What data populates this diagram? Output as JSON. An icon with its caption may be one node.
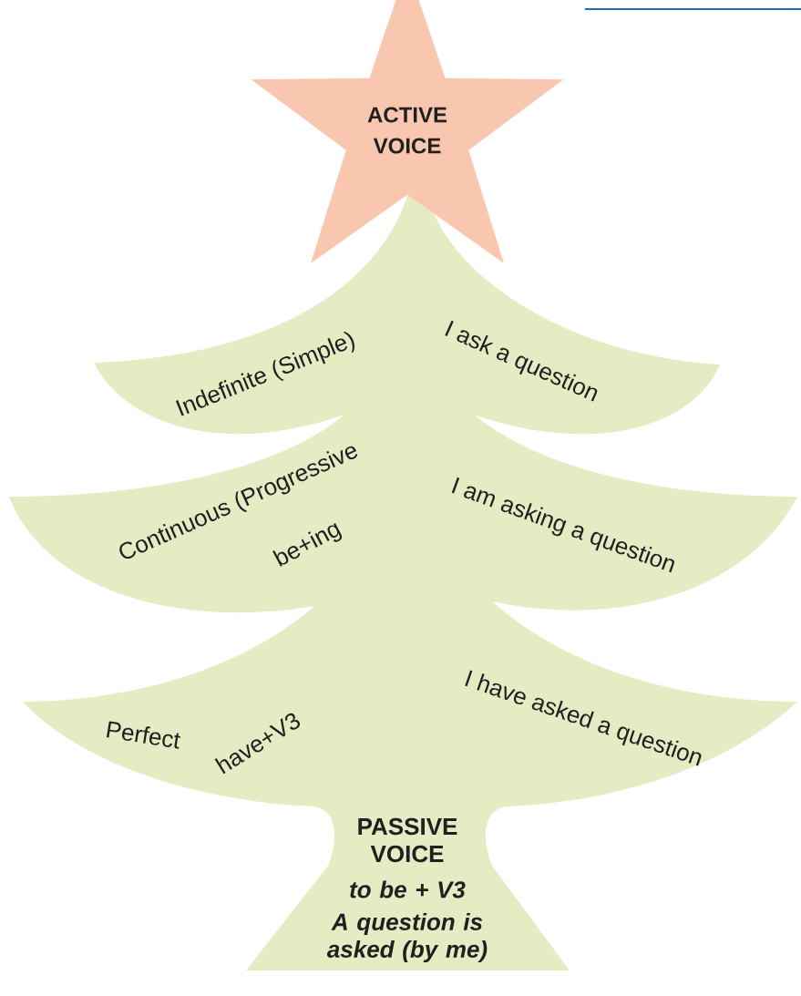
{
  "diagram": {
    "nodes": [
      {
        "text": [
          "ACTIVE VOICE"
        ]
      },
      {
        "text": [
          "Indefinite (Simple)",
          "I ask a question",
          "Continuous (Progressive",
          "be+ing",
          "I am asking a question",
          "Perfect",
          "have+V3",
          "I have asked a question",
          "PASSIVE VOICE",
          "to be + V3",
          "A question is asked (by me)"
        ]
      }
    ]
  }
}
